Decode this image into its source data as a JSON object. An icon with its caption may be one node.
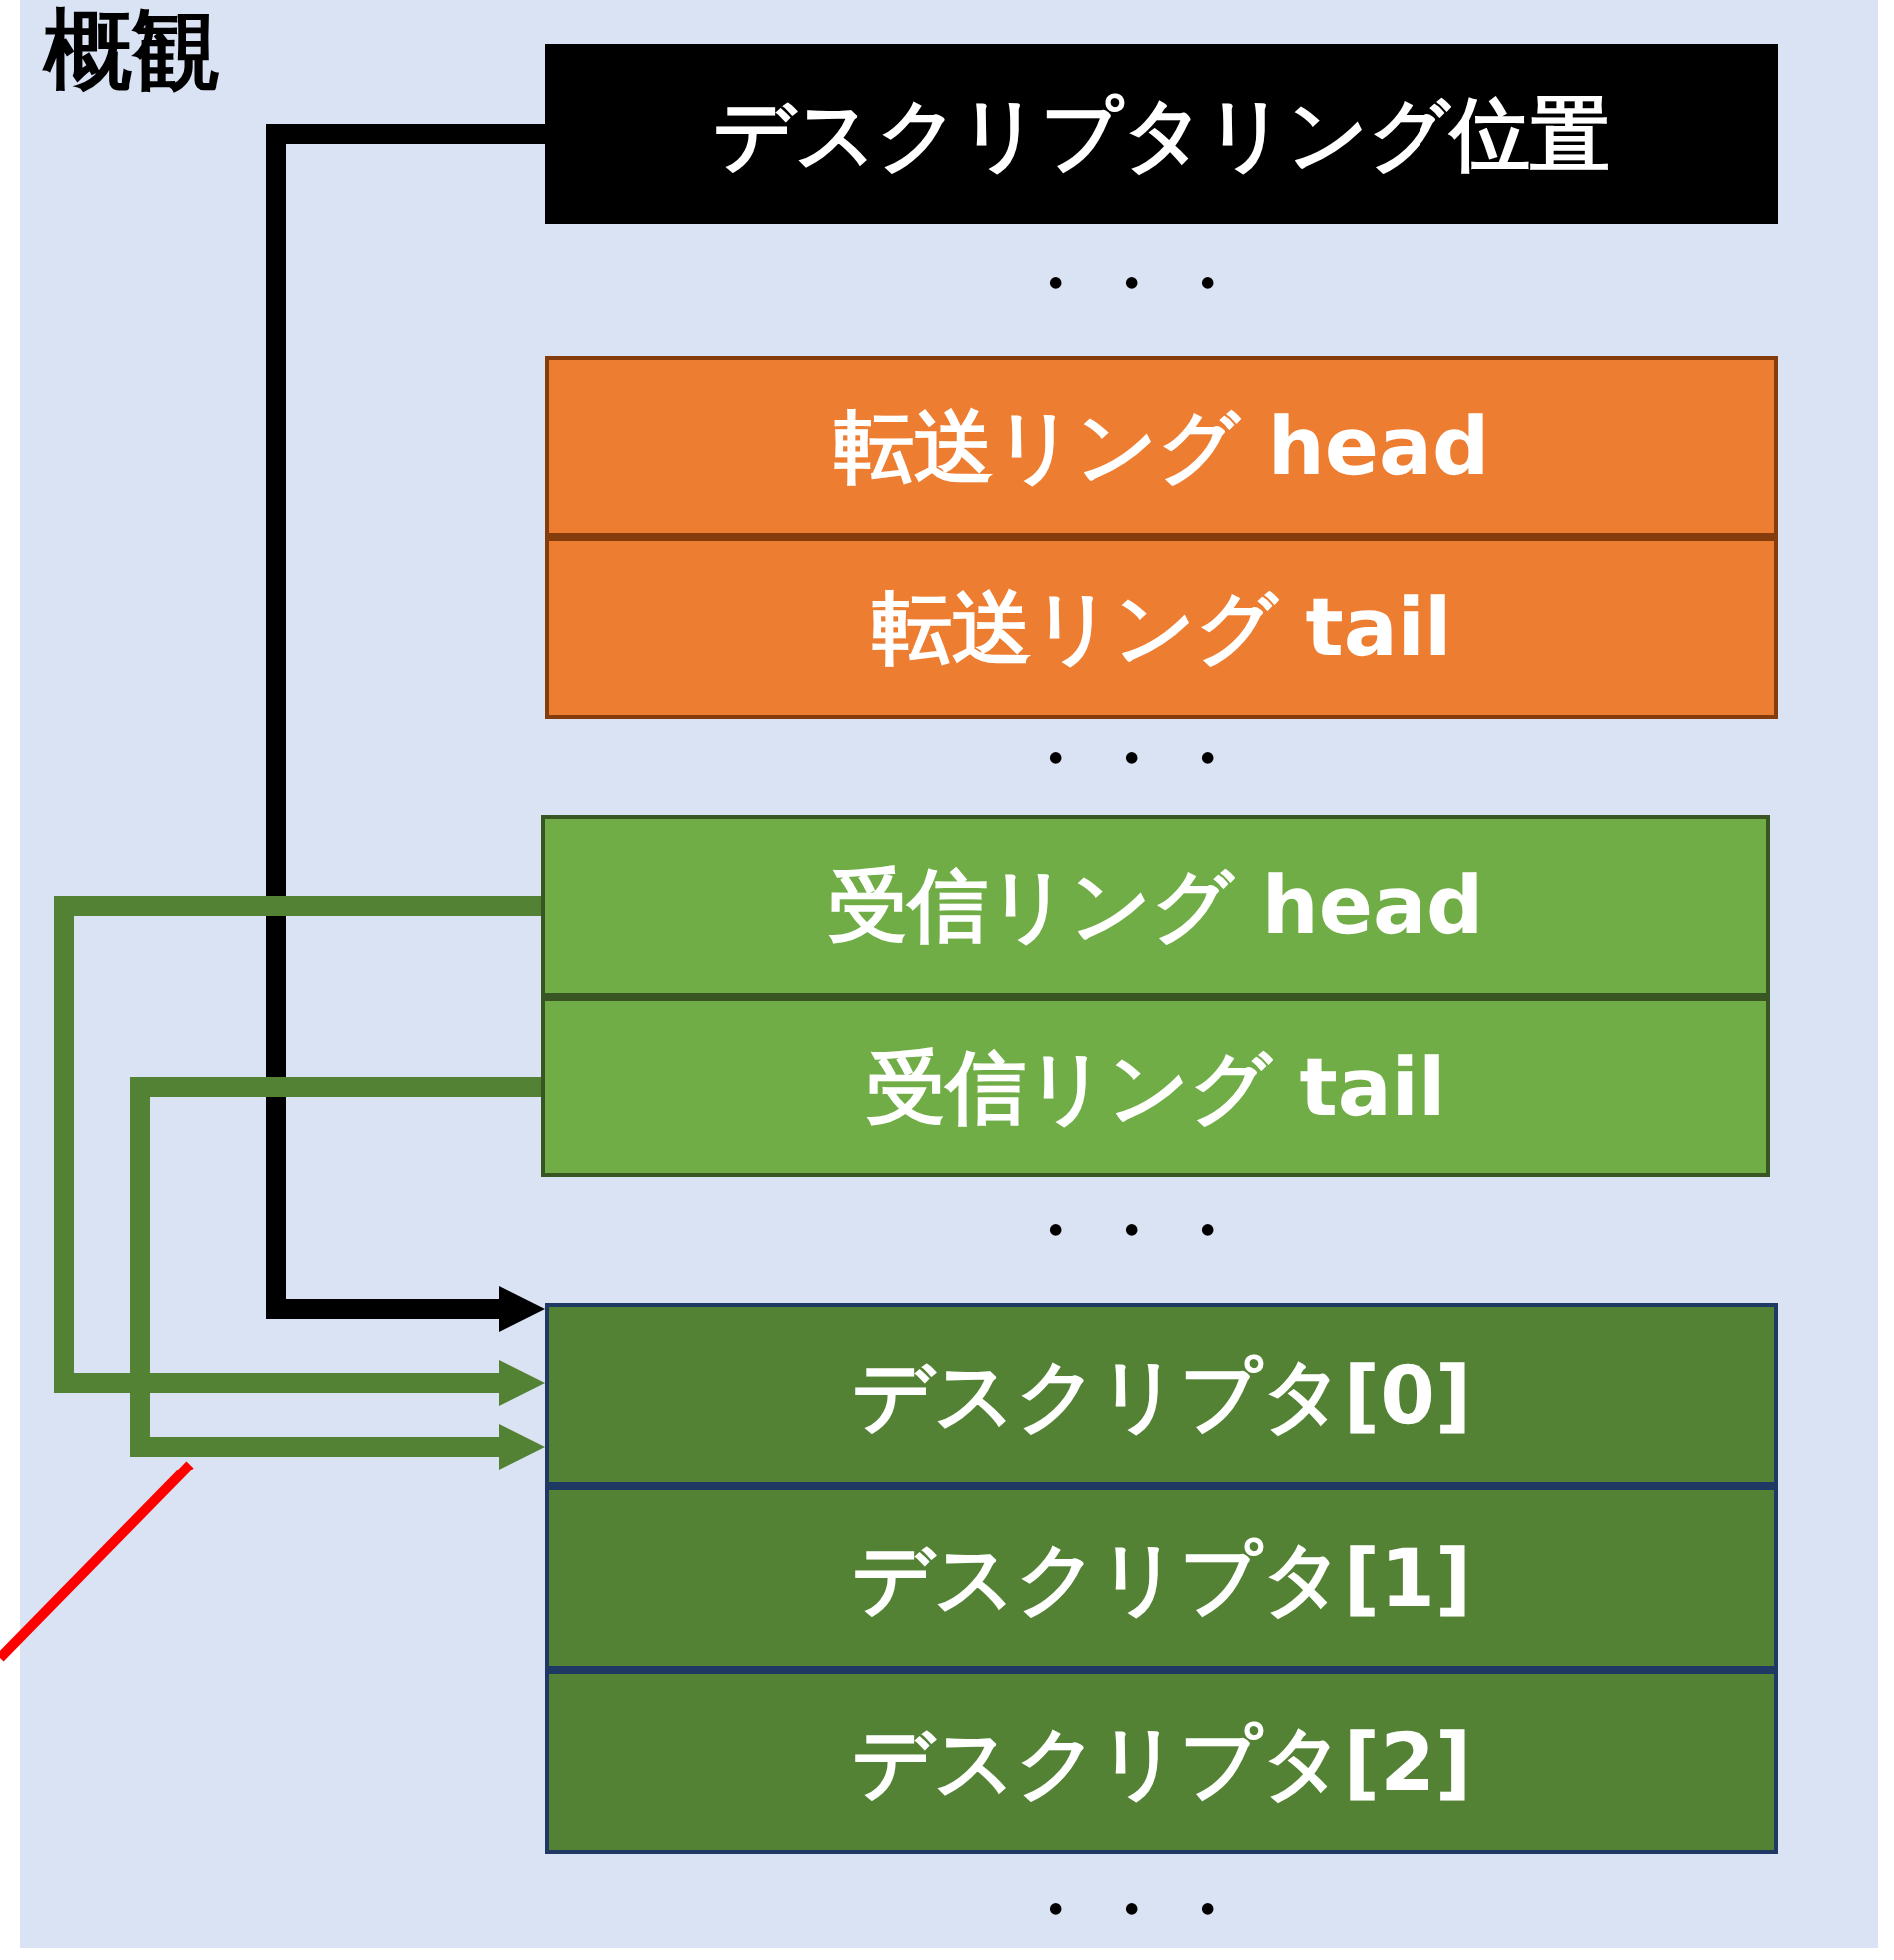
{
  "diagram": {
    "title": "概観",
    "nodes": [
      {
        "text": [
          "デスクリプタリング位置"
        ]
      },
      {
        "text": [
          "転送リング head"
        ]
      },
      {
        "text": [
          "転送リング tail"
        ]
      },
      {
        "text": [
          "受信リング head"
        ]
      },
      {
        "text": [
          "受信リング tail"
        ]
      },
      {
        "text": [
          "デスクリプタ[0]"
        ]
      },
      {
        "text": [
          "デスクリプタ[1]"
        ]
      },
      {
        "text": [
          "デスクリプタ[2]"
        ]
      }
    ],
    "edges": [
      {
        "from": 0,
        "to": 5,
        "arrow": "to",
        "color": "#000000"
      },
      {
        "from": 3,
        "to": 5,
        "arrow": "to"
      },
      {
        "from": 4,
        "to": 5,
        "arrow": "to"
      }
    ],
    "labels": [
      "・・・",
      "・・・",
      "・・・",
      "・・・"
    ]
  }
}
